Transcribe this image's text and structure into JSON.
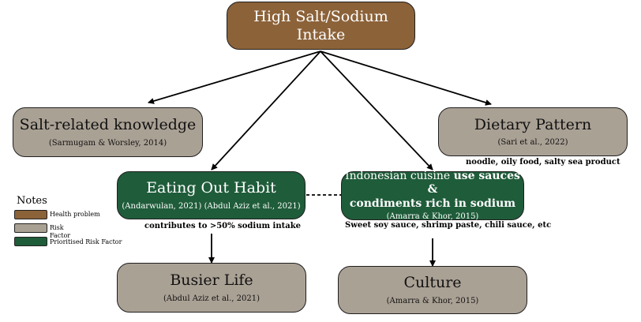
{
  "nodes": {
    "top": {
      "title": "High Salt/Sodium Intake"
    },
    "knowledge": {
      "title": "Salt-related knowledge",
      "cite": "(Sarmugam & Worsley, 2014)"
    },
    "dietary": {
      "title": "Dietary Pattern",
      "cite": "(Sari et al., 2022)",
      "note": "noodle, oily food, salty sea product"
    },
    "eating": {
      "title": "Eating Out Habit",
      "cite": "(Andarwulan, 2021) (Abdul Aziz et al., 2021)",
      "note": "contributes to >50% sodium intake"
    },
    "cuisine": {
      "title_a": "Indonesian cuisine ",
      "title_b": "use sauces &",
      "title_c": "condiments rich in sodium",
      "cite": "(Amarra & Khor, 2015)",
      "note": "Sweet soy sauce, shrimp paste, chili sauce, etc"
    },
    "busier": {
      "title": "Busier Life",
      "cite": "(Abdul Aziz et al., 2021)"
    },
    "culture": {
      "title": "Culture",
      "cite": "(Amarra & Khor, 2015)"
    }
  },
  "legend": {
    "title": "Notes",
    "items": [
      {
        "label": "Health problem",
        "color": "#8c6239"
      },
      {
        "label": "Risk",
        "label2": "Factor",
        "color": "#aaa195"
      },
      {
        "label": "Prioritised Risk Factor",
        "color": "#1f5c3a"
      }
    ]
  },
  "colors": {
    "health_problem": "#8c6239",
    "risk_factor": "#aaa195",
    "prioritised": "#1f5c3a"
  }
}
